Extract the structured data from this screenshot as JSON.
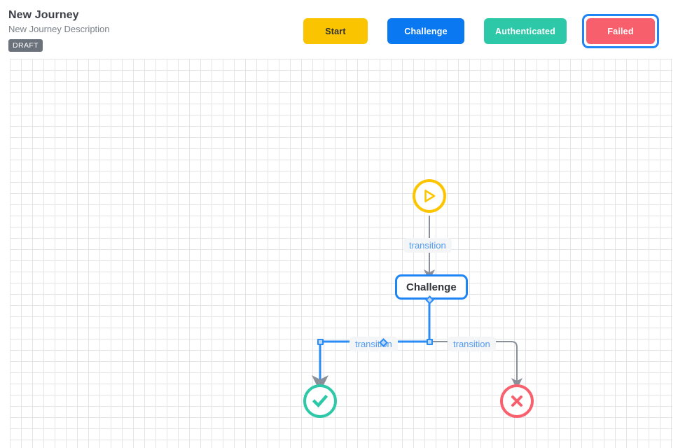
{
  "header": {
    "title": "New Journey",
    "description": "New Journey Description",
    "status_badge": "DRAFT"
  },
  "palette": {
    "buttons": [
      {
        "id": "start",
        "label": "Start",
        "color": "#fac400",
        "text_color": "#2f3136",
        "selected": false
      },
      {
        "id": "challenge",
        "label": "Challenge",
        "color": "#0a78f0",
        "text_color": "#ffffff",
        "selected": false
      },
      {
        "id": "authenticated",
        "label": "Authenticated",
        "color": "#2cc8a8",
        "text_color": "#ffffff",
        "selected": false
      },
      {
        "id": "failed",
        "label": "Failed",
        "color": "#f75f6c",
        "text_color": "#ffffff",
        "selected": true
      }
    ],
    "selection_outline_color": "#1f85f5"
  },
  "canvas": {
    "grid_color": "#e3e4e6",
    "grid_size": 16,
    "nodes": [
      {
        "id": "start",
        "type": "start",
        "icon": "play-icon",
        "label": "",
        "color": "#fcc500"
      },
      {
        "id": "challenge",
        "type": "challenge",
        "icon": "",
        "label": "Challenge",
        "color": "#1f85f5"
      },
      {
        "id": "authenticated",
        "type": "authenticated",
        "icon": "check-icon",
        "label": "",
        "color": "#2cc8a8"
      },
      {
        "id": "failed",
        "type": "failed",
        "icon": "x-icon",
        "label": "",
        "color": "#f9606d"
      }
    ],
    "edges": [
      {
        "id": "edge-start-challenge",
        "label": "transition",
        "from": "start",
        "to": "challenge",
        "state": "default",
        "color": "#8a9099"
      },
      {
        "id": "edge-challenge-authenticated",
        "label": "transition",
        "from": "challenge",
        "to": "authenticated",
        "state": "selected",
        "color": "#2a8cf7"
      },
      {
        "id": "edge-challenge-failed",
        "label": "transition",
        "from": "challenge",
        "to": "failed",
        "state": "default",
        "color": "#8a9099"
      }
    ]
  }
}
